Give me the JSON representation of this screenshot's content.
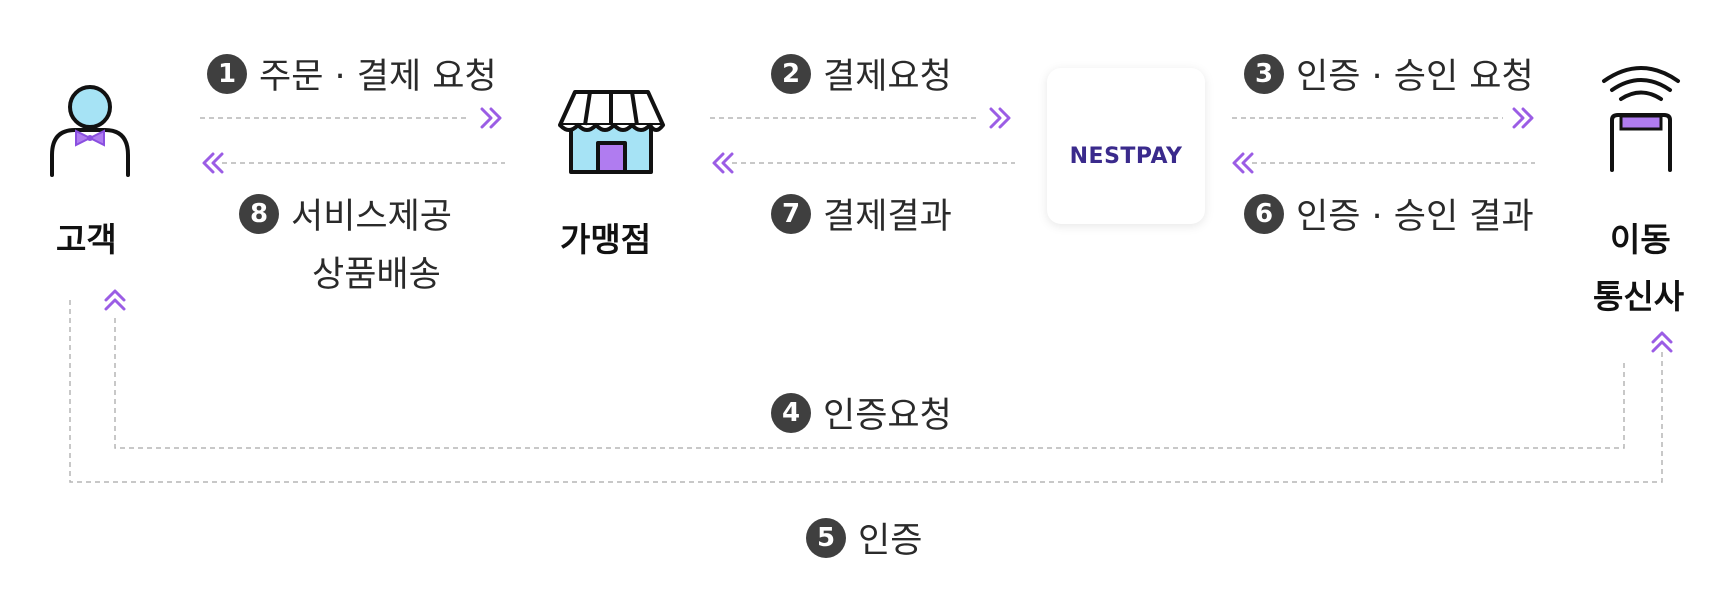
{
  "nodes": {
    "customer": "고객",
    "merchant": "가맹점",
    "nestpay": "NESTPAY",
    "carrier_line1": "이동",
    "carrier_line2": "통신사"
  },
  "steps": [
    {
      "num": "1",
      "text": "주문 · 결제 요청"
    },
    {
      "num": "2",
      "text": "결제요청"
    },
    {
      "num": "3",
      "text": "인증 · 승인 요청"
    },
    {
      "num": "4",
      "text": "인증요청"
    },
    {
      "num": "5",
      "text": "인증"
    },
    {
      "num": "6",
      "text": "인증 · 승인 결과"
    },
    {
      "num": "7",
      "text": "결제결과"
    },
    {
      "num": "8",
      "text": "서비스제공",
      "text2": "상품배송"
    }
  ],
  "colors": {
    "accent": "#9b5de5",
    "store_fill": "#a6e3f5",
    "dash": "#b5b5b5",
    "badge": "#3f3f3f"
  }
}
